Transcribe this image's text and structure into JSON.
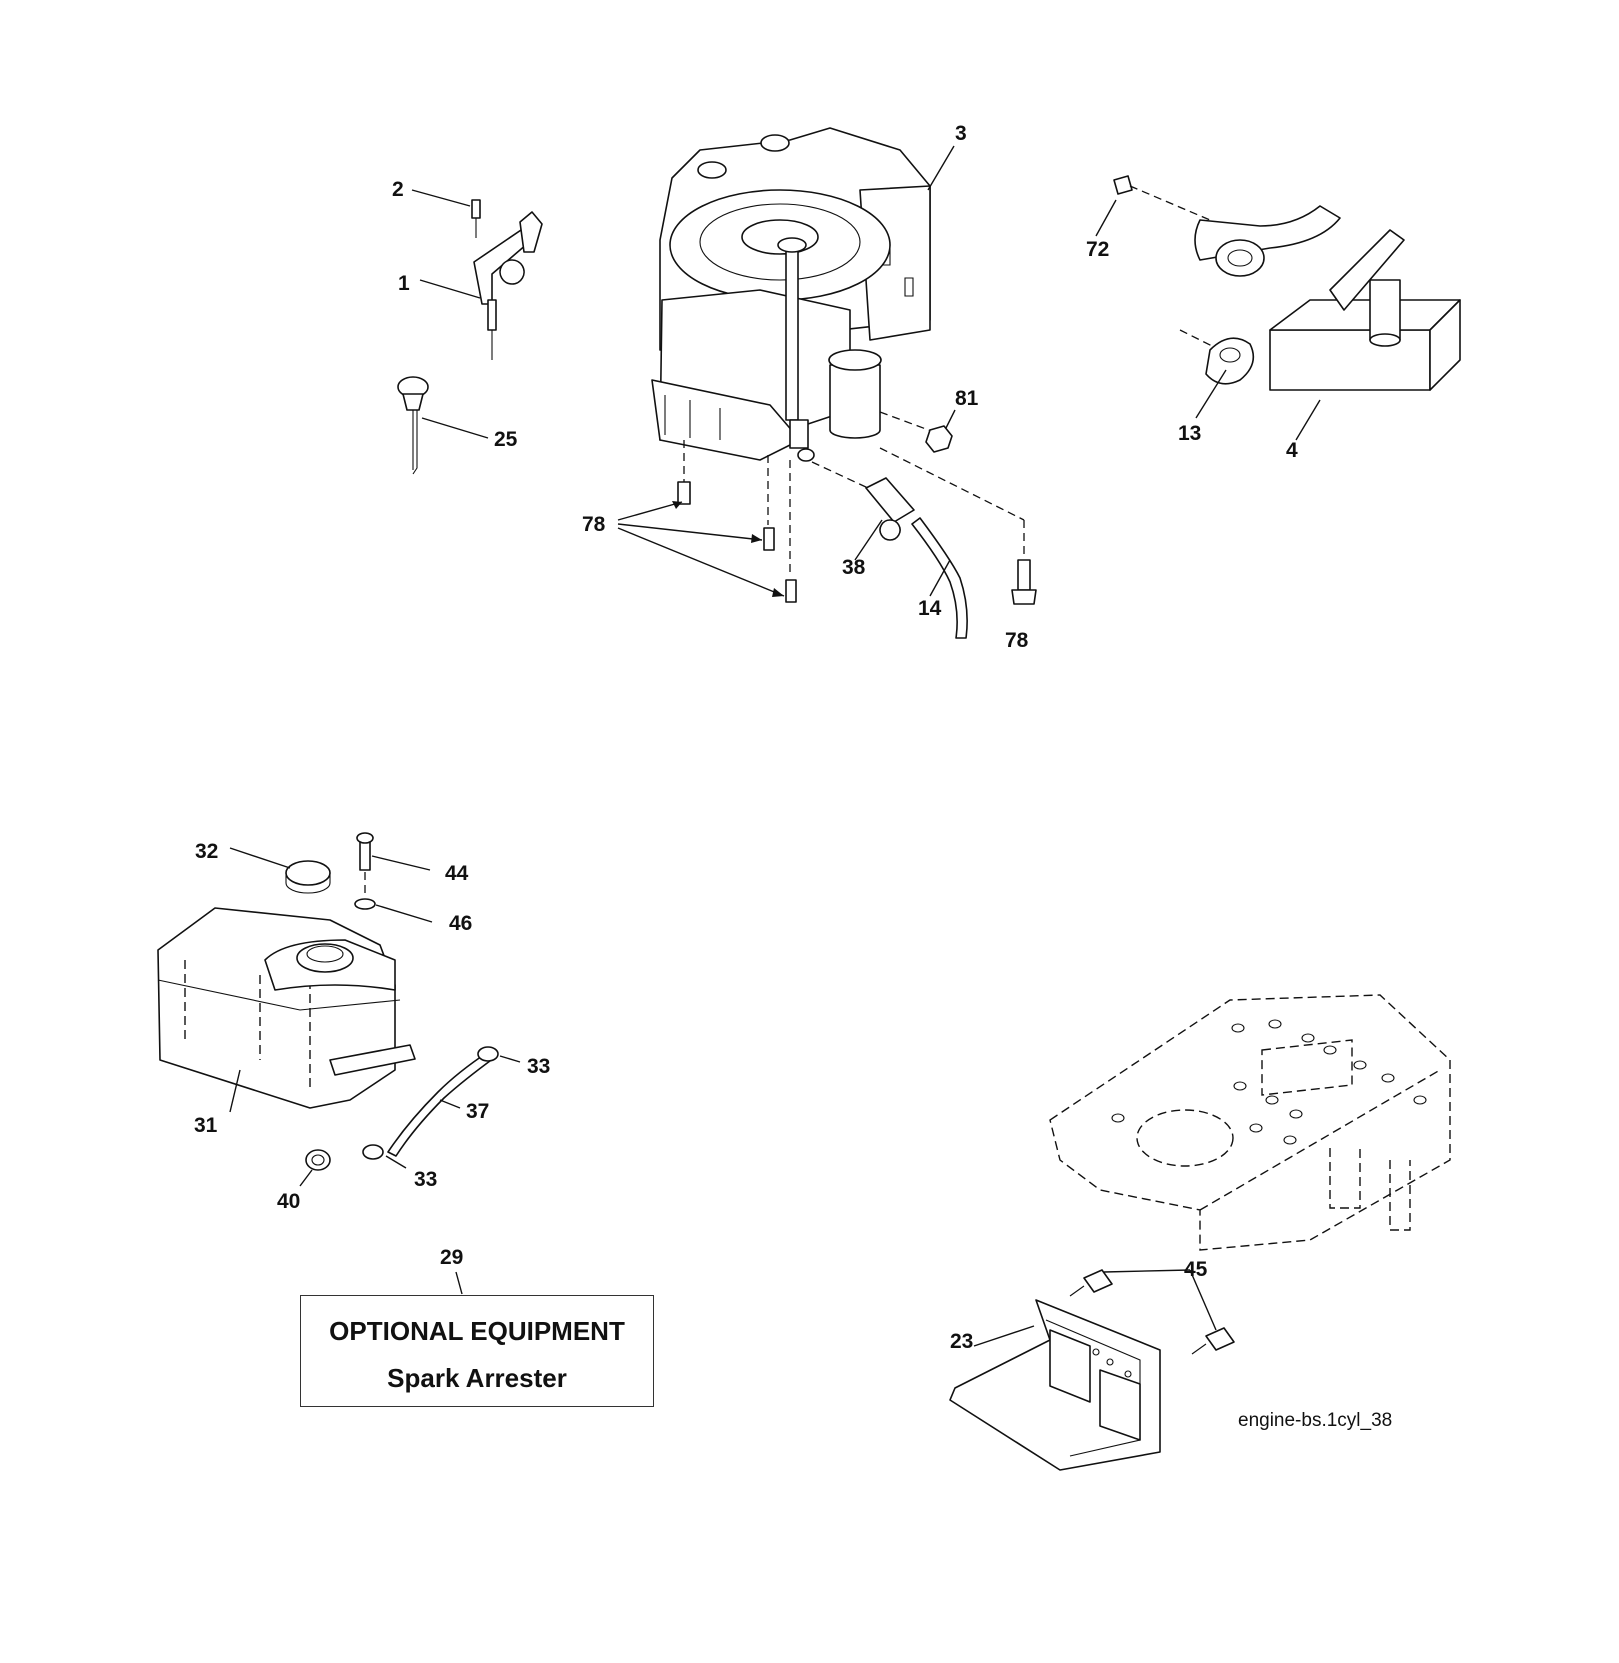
{
  "diagram": {
    "reference": "engine-bs.1cyl_38",
    "optional_box": {
      "line1": "OPTIONAL EQUIPMENT",
      "line2": "Spark Arrester"
    },
    "parts": {
      "p1": "1",
      "p2": "2",
      "p3": "3",
      "p4": "4",
      "p13": "13",
      "p14": "14",
      "p23": "23",
      "p25": "25",
      "p29": "29",
      "p31": "31",
      "p32": "32",
      "p33a": "33",
      "p33b": "33",
      "p37": "37",
      "p38": "38",
      "p40": "40",
      "p44": "44",
      "p45": "45",
      "p46": "46",
      "p72": "72",
      "p78a": "78",
      "p78b": "78",
      "p81": "81"
    }
  }
}
